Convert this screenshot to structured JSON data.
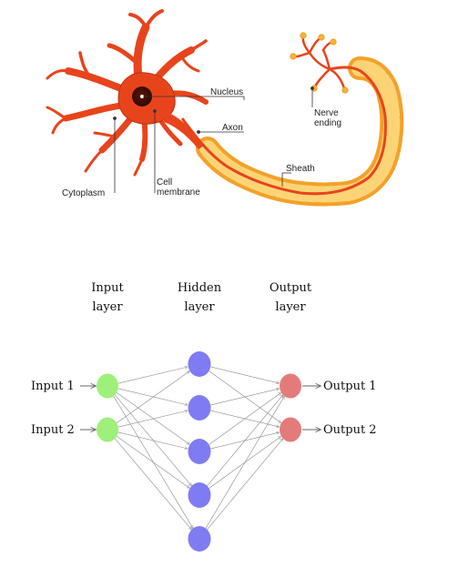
{
  "neuron": {
    "labels": {
      "nucleus": "Nucleus",
      "axon": "Axon",
      "cytoplasm": "Cytoplasm",
      "cell_membrane_1": "Cell",
      "cell_membrane_2": "membrane",
      "sheath": "Sheath",
      "nerve_ending_1": "Nerve",
      "nerve_ending_2": "ending"
    },
    "colors": {
      "body": "#e8441c",
      "body_dark": "#c0300e",
      "nucleus": "#3a0c02",
      "sheath": "#f7b236",
      "sheath_light": "#fcd476"
    }
  },
  "network": {
    "headers": {
      "input_1": "Input",
      "input_2": "layer",
      "hidden_1": "Hidden",
      "hidden_2": "layer",
      "output_1": "Output",
      "output_2": "layer"
    },
    "inputs": [
      "Input 1",
      "Input 2"
    ],
    "outputs": [
      "Output 1",
      "Output 2"
    ],
    "hidden_count": 5,
    "colors": {
      "input": "#9ef07a",
      "hidden": "#7f7cf2",
      "output": "#e47b7b",
      "edge": "#8a8a8a"
    }
  }
}
